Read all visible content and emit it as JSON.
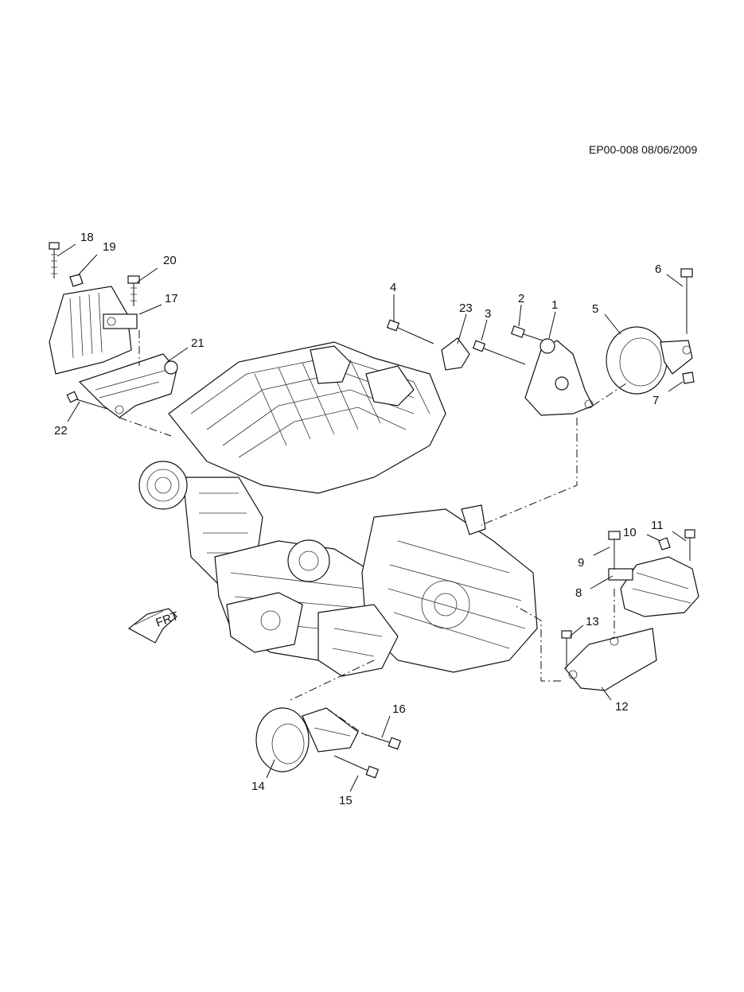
{
  "reference": "EP00-008 08/06/2009",
  "front_arrow_text": "FRT",
  "callouts": [
    "1",
    "2",
    "3",
    "4",
    "5",
    "6",
    "7",
    "8",
    "9",
    "10",
    "11",
    "12",
    "13",
    "14",
    "15",
    "16",
    "17",
    "18",
    "19",
    "20",
    "21",
    "22",
    "23"
  ]
}
